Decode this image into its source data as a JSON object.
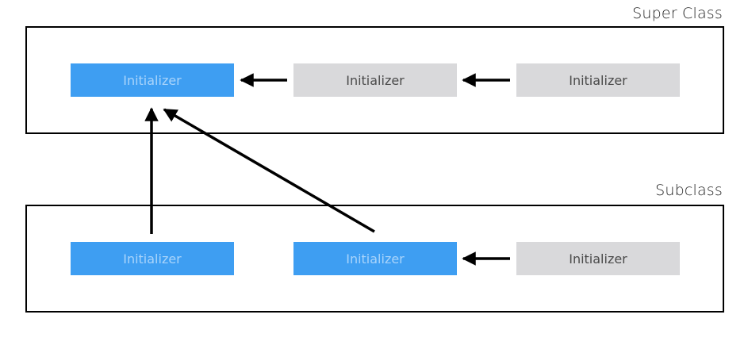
{
  "super_class": {
    "title": "Super Class",
    "initializers": [
      {
        "label": "Initializer",
        "kind": "designated"
      },
      {
        "label": "Initializer",
        "kind": "convenience"
      },
      {
        "label": "Initializer",
        "kind": "convenience"
      }
    ]
  },
  "subclass": {
    "title": "Subclass",
    "initializers": [
      {
        "label": "Initializer",
        "kind": "designated"
      },
      {
        "label": "Initializer",
        "kind": "designated"
      },
      {
        "label": "Initializer",
        "kind": "convenience"
      }
    ]
  },
  "colors": {
    "designated": "#3e9ef2",
    "designated_text": "#a9d4fb",
    "convenience": "#d9d9db",
    "convenience_text": "#4a4a4a",
    "arrow": "#000000"
  }
}
